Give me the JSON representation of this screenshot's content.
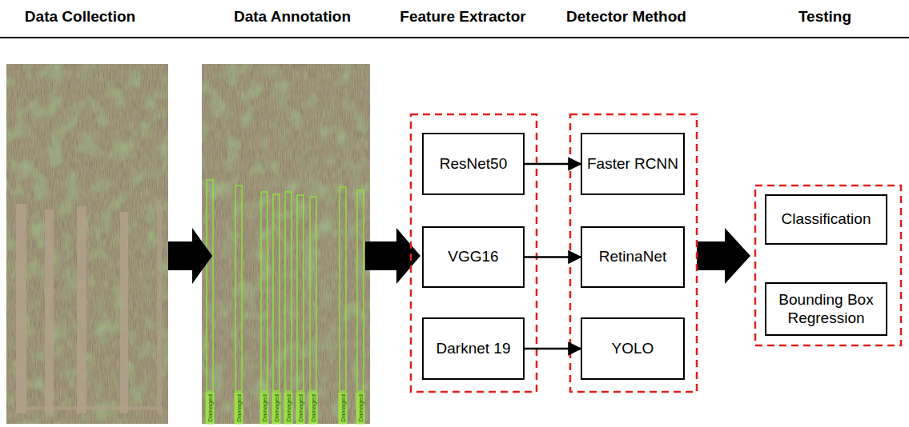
{
  "diagram": {
    "nodes": [
      {
        "text": [
          "ResNet50"
        ]
      },
      {
        "text": [
          "VGG16"
        ]
      },
      {
        "text": [
          "Darknet 19"
        ]
      },
      {
        "text": [
          "Faster RCNN"
        ]
      },
      {
        "text": [
          "RetinaNet"
        ]
      },
      {
        "text": [
          "YOLO"
        ]
      },
      {
        "text": [
          "Classification"
        ]
      },
      {
        "text": [
          "Bounding Box Regression"
        ]
      }
    ],
    "edges": [
      {
        "from": 0,
        "to": 3,
        "arrow": "to"
      },
      {
        "from": 1,
        "to": 4,
        "arrow": "to"
      },
      {
        "from": 2,
        "to": 5,
        "arrow": "to"
      }
    ],
    "labels": [
      "Data Collection",
      "Data Annotation",
      "Feature Extractor",
      "Detector Method",
      "Testing",
      "Damaged",
      "Damaged",
      "Damaged",
      "Damaged",
      "Damaged",
      "Damaged",
      "Damaged",
      "Damaged",
      "Damaged"
    ]
  }
}
